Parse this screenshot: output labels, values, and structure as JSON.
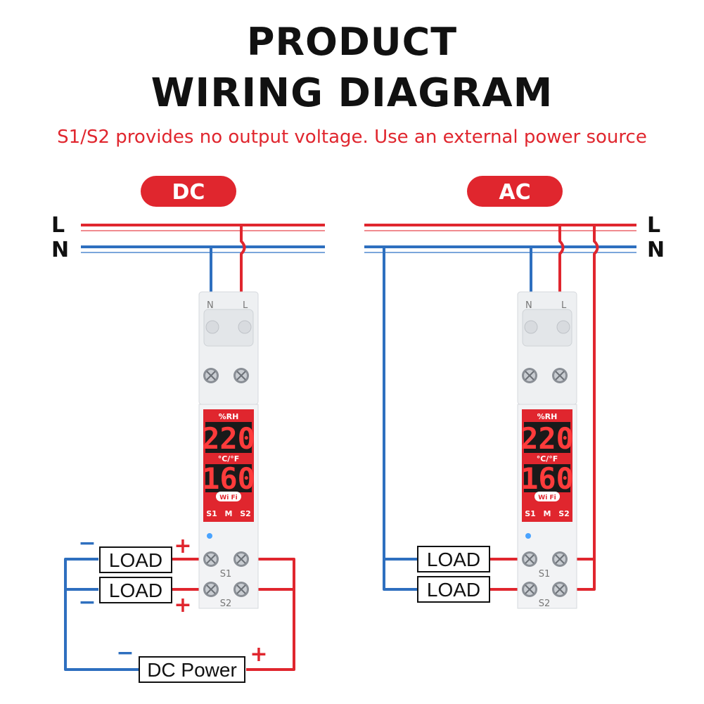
{
  "header": {
    "title_line1": "PRODUCT",
    "title_line2": "WIRING DIAGRAM",
    "subtitle": "S1/S2 provides no output voltage. Use an external power source"
  },
  "rails": {
    "live": "L",
    "neutral": "N"
  },
  "colors": {
    "live": "#e0262e",
    "neutral": "#2e6fbf",
    "accent": "#e0262e"
  },
  "dc_panel": {
    "badge": "DC",
    "load1": "LOAD",
    "load2": "LOAD",
    "power": "DC Power",
    "minus": "−",
    "plus": "+"
  },
  "ac_panel": {
    "badge": "AC",
    "load1": "LOAD",
    "load2": "LOAD"
  },
  "device": {
    "humidity_label": "%RH",
    "reading_top": "220",
    "temp_label": "°C/°F",
    "reading_bottom": "160",
    "wifi_label": "Wi Fi",
    "btn_s1": "S1",
    "btn_m": "M",
    "btn_s2": "S2",
    "term_s1": "S1",
    "term_s2": "S2",
    "term_n": "N",
    "term_l": "L"
  }
}
